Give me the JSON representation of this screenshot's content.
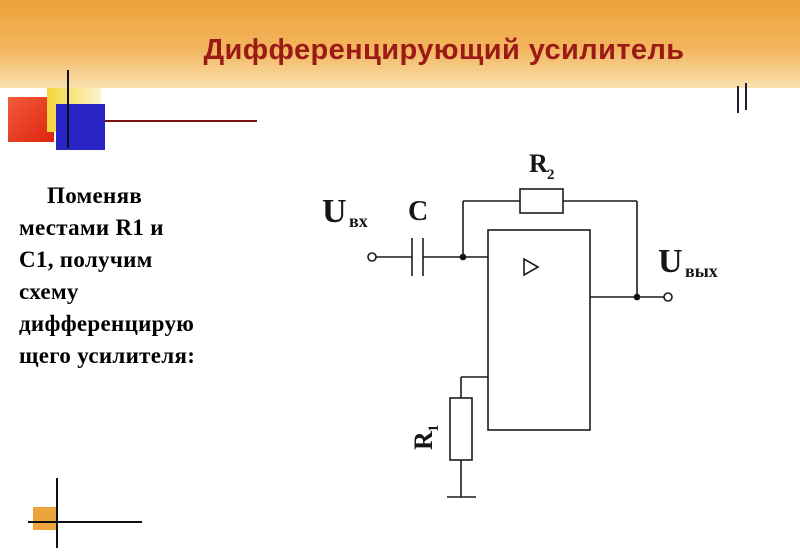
{
  "slide": {
    "title": "Дифференцирующий усилитель"
  },
  "body": {
    "lines": [
      "Поменяв",
      "местами R1 и",
      "С1, получим",
      "схему",
      "дифференцирую",
      "щего усилителя:"
    ]
  },
  "circuit": {
    "u_in_base": "U",
    "u_in_sub": "вх",
    "cap_label": "C",
    "r2_base": "R",
    "r2_sub": "2",
    "u_out_base": "U",
    "u_out_sub": "вых",
    "r1_base": "R",
    "r1_sub": "1"
  },
  "colors": {
    "title": "#9c1a15",
    "band_top": "#eea13a",
    "band_bottom": "#f9e0ae",
    "accent_red": "#dd2412",
    "accent_yellow": "#f4d63a",
    "accent_blue": "#2824c6",
    "accent_orange": "#eca43d",
    "line_dark_red": "#7d0f0f"
  }
}
